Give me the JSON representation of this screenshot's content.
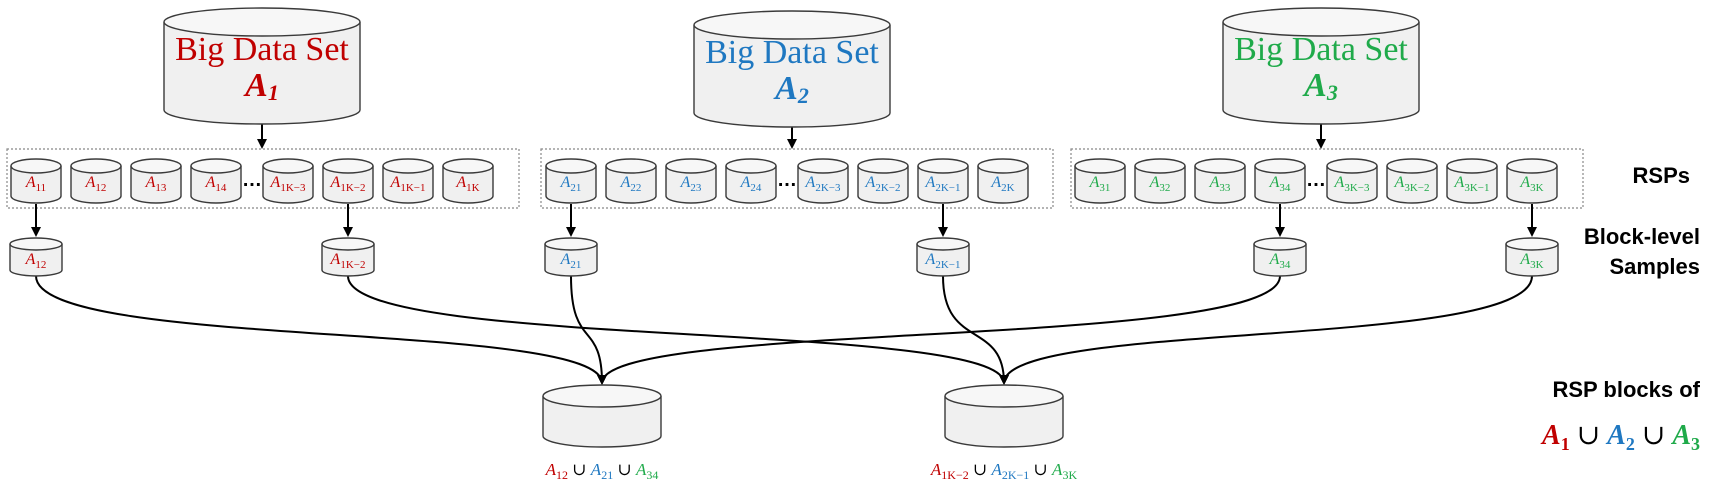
{
  "colors": {
    "A1": "#c00000",
    "A2": "#1f78c1",
    "A3": "#1faa4a",
    "ink": "#000000"
  },
  "datasets": [
    {
      "title": "Big Data Set",
      "sym": "A",
      "sub": "1",
      "colorKey": "A1",
      "rsp": [
        {
          "s": "A",
          "sub": "11"
        },
        {
          "s": "A",
          "sub": "12"
        },
        {
          "s": "A",
          "sub": "13"
        },
        {
          "s": "A",
          "sub": "14"
        },
        {
          "s": "A",
          "sub": "1K−3"
        },
        {
          "s": "A",
          "sub": "1K−2"
        },
        {
          "s": "A",
          "sub": "1K−1"
        },
        {
          "s": "A",
          "sub": "1K"
        }
      ],
      "samples": [
        {
          "s": "A",
          "sub": "12"
        },
        {
          "s": "A",
          "sub": "1K−2"
        }
      ]
    },
    {
      "title": "Big Data Set",
      "sym": "A",
      "sub": "2",
      "colorKey": "A2",
      "rsp": [
        {
          "s": "A",
          "sub": "21"
        },
        {
          "s": "A",
          "sub": "22"
        },
        {
          "s": "A",
          "sub": "23"
        },
        {
          "s": "A",
          "sub": "24"
        },
        {
          "s": "A",
          "sub": "2K−3"
        },
        {
          "s": "A",
          "sub": "2K−2"
        },
        {
          "s": "A",
          "sub": "2K−1"
        },
        {
          "s": "A",
          "sub": "2K"
        }
      ],
      "samples": [
        {
          "s": "A",
          "sub": "21"
        },
        {
          "s": "A",
          "sub": "2K−1"
        }
      ]
    },
    {
      "title": "Big Data Set",
      "sym": "A",
      "sub": "3",
      "colorKey": "A3",
      "rsp": [
        {
          "s": "A",
          "sub": "31"
        },
        {
          "s": "A",
          "sub": "32"
        },
        {
          "s": "A",
          "sub": "33"
        },
        {
          "s": "A",
          "sub": "34"
        },
        {
          "s": "A",
          "sub": "3K−3"
        },
        {
          "s": "A",
          "sub": "3K−2"
        },
        {
          "s": "A",
          "sub": "3K−1"
        },
        {
          "s": "A",
          "sub": "3K"
        }
      ],
      "samples": [
        {
          "s": "A",
          "sub": "34"
        },
        {
          "s": "A",
          "sub": "3K"
        }
      ]
    }
  ],
  "ellipsis": "…",
  "union_op": " ∪ ",
  "outputs": [
    {
      "parts": [
        {
          "s": "A",
          "sub": "12",
          "colorKey": "A1"
        },
        {
          "s": "A",
          "sub": "21",
          "colorKey": "A2"
        },
        {
          "s": "A",
          "sub": "34",
          "colorKey": "A3"
        }
      ]
    },
    {
      "parts": [
        {
          "s": "A",
          "sub": "1K−2",
          "colorKey": "A1"
        },
        {
          "s": "A",
          "sub": "2K−1",
          "colorKey": "A2"
        },
        {
          "s": "A",
          "sub": "3K",
          "colorKey": "A3"
        }
      ]
    }
  ],
  "labels": {
    "rsps": "RSPs",
    "block_level_line1": "Block-level",
    "block_level_line2": "Samples",
    "rsp_blocks": "RSP blocks of"
  },
  "legend": [
    {
      "s": "A",
      "sub": "1",
      "colorKey": "A1"
    },
    {
      "s": "A",
      "sub": "2",
      "colorKey": "A2"
    },
    {
      "s": "A",
      "sub": "3",
      "colorKey": "A3"
    }
  ]
}
